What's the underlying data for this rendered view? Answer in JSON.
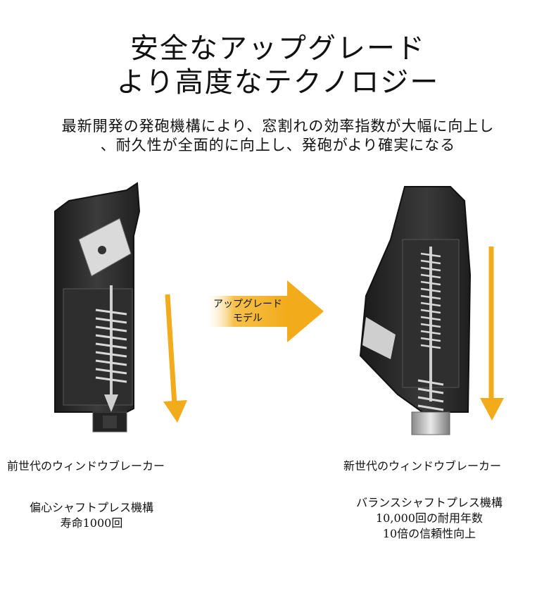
{
  "header": {
    "title_line1": "安全なアップグレード",
    "title_line2": "より高度なテクノロジー",
    "subtitle_line1": "最新開発の発砲機構により、窓割れの効率指数が大幅に向上し",
    "subtitle_line2": "、耐久性が全面的に向上し、発砲がより確実になる"
  },
  "upgrade_arrow": {
    "line1": "アップグレード",
    "line2": "モデル",
    "color": "#f2ab1a"
  },
  "old_model": {
    "name": "前世代のウィンドウブレーカー",
    "mechanism": "偏心シャフトプレス機構",
    "lifespan": "寿命1000回"
  },
  "new_model": {
    "name": "新世代のウィンドウブレーカー",
    "mechanism": "バランスシャフトプレス機構",
    "lifespan": "10,000回の耐用年数",
    "reliability": "10倍の信頼性向上"
  },
  "colors": {
    "accent": "#f2ab1a",
    "device_dark": "#2b2b2b",
    "device_mid": "#4a4a4a"
  }
}
